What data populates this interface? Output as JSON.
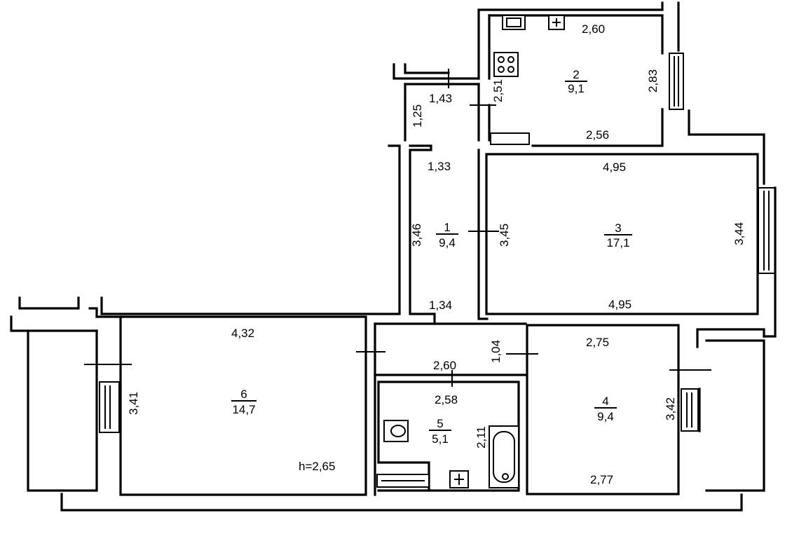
{
  "rooms": [
    {
      "number": "1",
      "area": "9,4"
    },
    {
      "number": "2",
      "area": "9,1"
    },
    {
      "number": "3",
      "area": "17,1"
    },
    {
      "number": "4",
      "area": "9,4"
    },
    {
      "number": "5",
      "area": "5,1"
    },
    {
      "number": "6",
      "area": "14,7"
    }
  ],
  "dimensions": {
    "d_1_43": "1,43",
    "d_1_25": "1,25",
    "d_1_33": "1,33",
    "d_3_46": "3,46",
    "d_1_34": "1,34",
    "d_2_60_kitchen": "2,60",
    "d_2_51": "2,51",
    "d_2_83": "2,83",
    "d_2_56": "2,56",
    "d_4_95_top": "4,95",
    "d_3_45": "3,45",
    "d_3_44": "3,44",
    "d_4_95_bottom": "4,95",
    "d_4_32": "4,32",
    "d_3_41": "3,41",
    "d_2_60_hall": "2,60",
    "d_2_58": "2,58",
    "d_2_11": "2,11",
    "d_1_04": "1,04",
    "d_2_75": "2,75",
    "d_3_42": "3,42",
    "d_2_77": "2,77"
  },
  "ceiling_height": "h=2,65"
}
